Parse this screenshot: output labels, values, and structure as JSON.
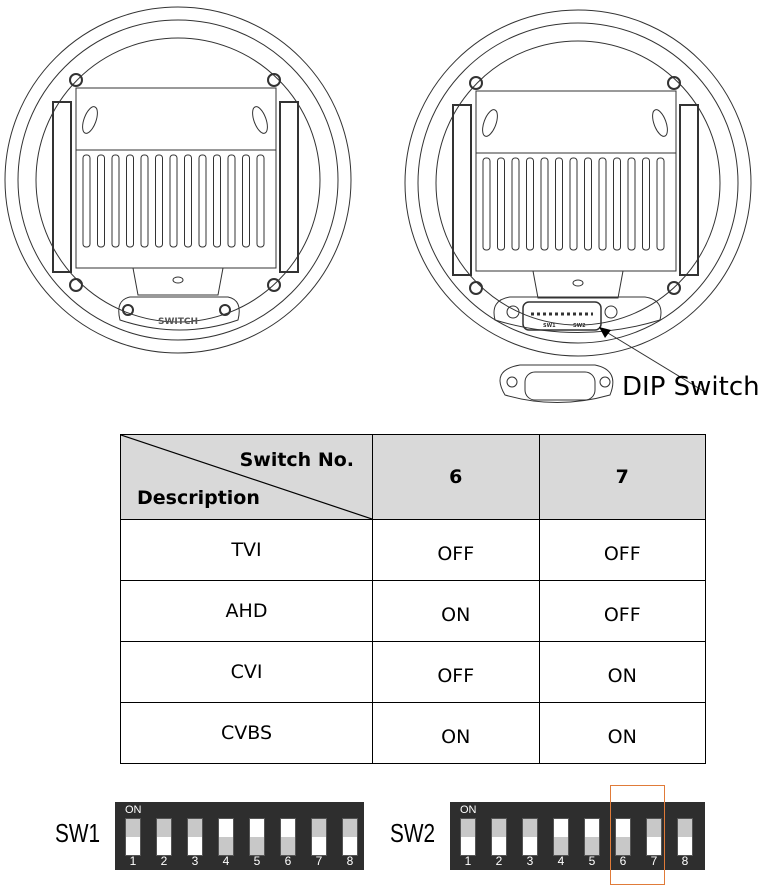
{
  "figure": {
    "left_camera_label": "SWITCH",
    "right_camera_callout": "DIP Switch",
    "right_camera_board_labels": [
      "SW1",
      "SW2"
    ]
  },
  "table": {
    "header_top": "Switch No.",
    "header_bottom": "Description",
    "columns": [
      "6",
      "7"
    ],
    "rows": [
      {
        "description": "TVI",
        "values": [
          "OFF",
          "OFF"
        ]
      },
      {
        "description": "AHD",
        "values": [
          "ON",
          "OFF"
        ]
      },
      {
        "description": "CVI",
        "values": [
          "OFF",
          "ON"
        ]
      },
      {
        "description": "CVBS",
        "values": [
          "ON",
          "ON"
        ]
      }
    ]
  },
  "dip_switches": [
    {
      "name": "SW1",
      "on_label": "ON",
      "numbers": [
        "1",
        "2",
        "3",
        "4",
        "5",
        "6",
        "7",
        "8"
      ],
      "states": [
        true,
        true,
        true,
        false,
        false,
        false,
        true,
        true
      ]
    },
    {
      "name": "SW2",
      "on_label": "ON",
      "numbers": [
        "1",
        "2",
        "3",
        "4",
        "5",
        "6",
        "7",
        "8"
      ],
      "states": [
        true,
        true,
        true,
        false,
        false,
        false,
        true,
        true
      ]
    }
  ],
  "colors": {
    "highlight": "#e07b39",
    "switch_body": "#2e2e2e",
    "header_bg": "#d9d9d9"
  }
}
